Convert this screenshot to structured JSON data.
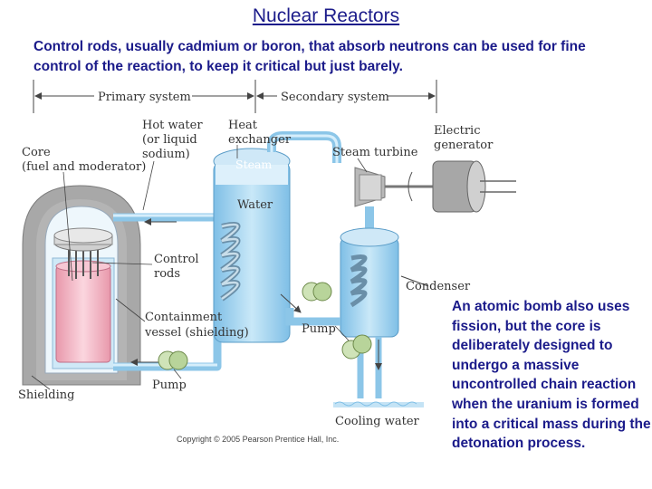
{
  "title": "Nuclear Reactors",
  "intro": "Control rods, usually cadmium or boron, that absorb neutrons can be used for fine control of the reaction, to keep it critical but just barely.",
  "side_text": "An atomic bomb also uses fission, but the core is deliberately designed to undergo a massive uncontrolled chain reaction when the uranium is formed into a critical mass during the detonation process.",
  "diagram": {
    "primary_system": "Primary system",
    "secondary_system": "Secondary system",
    "core_1": "Core",
    "core_2": "(fuel and moderator)",
    "hot_water_1": "Hot water",
    "hot_water_2": "(or liquid",
    "hot_water_3": "sodium)",
    "heat_exchanger_1": "Heat",
    "heat_exchanger_2": "exchanger",
    "steam": "Steam",
    "water": "Water",
    "steam_turbine": "Steam turbine",
    "electric_generator_1": "Electric",
    "electric_generator_2": "generator",
    "control_rods_1": "Control",
    "control_rods_2": "rods",
    "containment_1": "Containment",
    "containment_2": "vessel (shielding)",
    "condenser": "Condenser",
    "pump_secondary": "Pump",
    "pump_primary": "Pump",
    "shielding": "Shielding",
    "cooling_water": "Cooling water",
    "copyright": "Copyright © 2005 Pearson Prentice Hall, Inc."
  },
  "colors": {
    "text_blue": "#1b1b8a",
    "water": "#a9d6f0",
    "pipe": "#b8dcf2",
    "core_pink": "#f2b8c6",
    "shield_gray": "#a9a9a9"
  }
}
